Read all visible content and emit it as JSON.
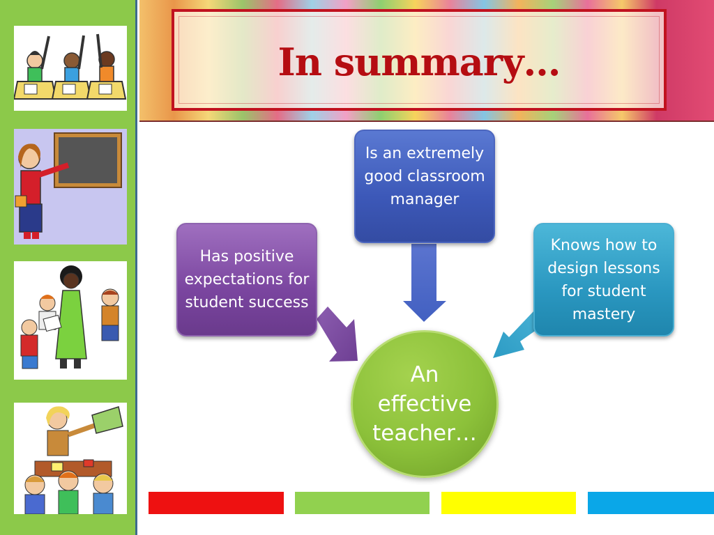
{
  "slide": {
    "title": "In summary…"
  },
  "diagram": {
    "left_box": "Has positive expectations for student success",
    "top_box": "Is an extremely good classroom manager",
    "right_box": "Knows how to design lessons for student mastery",
    "center": "An effective teacher…"
  },
  "sidebar": {
    "images": [
      {
        "icon": "students-raising-hands-icon"
      },
      {
        "icon": "teacher-at-chalkboard-icon"
      },
      {
        "icon": "teacher-with-students-icon"
      },
      {
        "icon": "teacher-reading-to-class-icon"
      }
    ]
  },
  "colors": {
    "sidebar": "#8cc94a",
    "title": "#b50d12",
    "title_border": "#c1121f",
    "box_left": "#7a459f",
    "box_top": "#3c58b8",
    "box_right": "#2a97c0",
    "center": "#8cc13a",
    "strip": [
      "#ee1111",
      "#91d14f",
      "#ffff00",
      "#0aa7e8"
    ]
  }
}
